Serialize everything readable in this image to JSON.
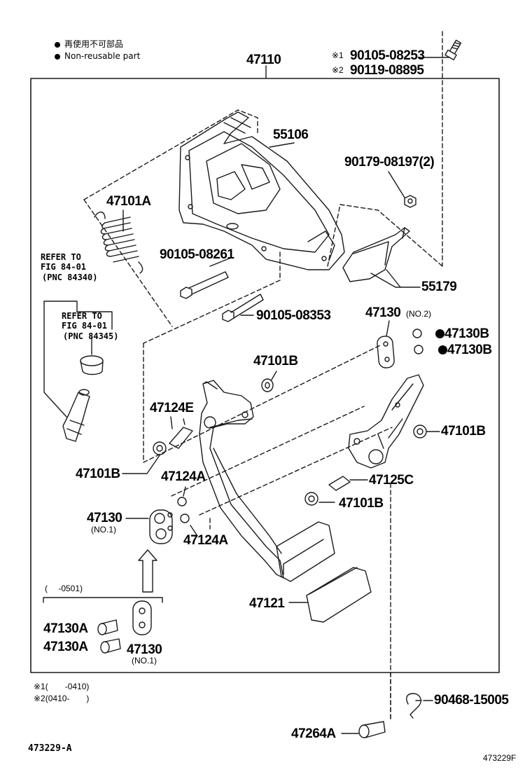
{
  "legend": {
    "jp": "再使用不可部品",
    "en": "Non-reusable part"
  },
  "labels": {
    "main_assembly": "47110",
    "note1_mark": "※1",
    "note1_part": "90105-08253",
    "note2_mark": "※2",
    "note2_part": "90119-08895",
    "p55106": "55106",
    "p90179": "90179-08197(2)",
    "p47101A": "47101A",
    "p90105_08261": "90105-08261",
    "p55179": "55179",
    "p90105_08353": "90105-08353",
    "refer1_l1": "REFER TO",
    "refer1_l2": "FIG 84-01",
    "refer1_l3": "(PNC 84340)",
    "refer2_l1": "REFER TO",
    "refer2_l2": "FIG 84-01",
    "refer2_l3": "(PNC 84345)",
    "p47130_no2": "47130",
    "p47130_no2_sub": "(NO.2)",
    "p47130B_1": "47130B",
    "p47130B_2": "47130B",
    "p47101B_top": "47101B",
    "p47124E": "47124E",
    "p47101B_right": "47101B",
    "p47101B_left": "47101B",
    "p47124A_top": "47124A",
    "p47125C": "47125C",
    "p47101B_mid": "47101B",
    "p47130_no1": "47130",
    "p47130_no1_sub": "(NO.1)",
    "p47124A_bot": "47124A",
    "date_range": "(　 -0501)",
    "p47121": "47121",
    "p47130A_1": "47130A",
    "p47130A_2": "47130A",
    "p47130_no1b": "47130",
    "p47130_no1b_sub": "(NO.1)",
    "foot_note1": "※1(　　-0410)",
    "foot_note2": "※2(0410-　　)",
    "p90468": "90468-15005",
    "p47264A": "47264A",
    "diagram_code": "473229-A",
    "figure_code": "473229F"
  },
  "colors": {
    "ink": "#000000",
    "paper": "#ffffff",
    "line": "#1a1a1a"
  },
  "icons": {
    "non_reusable_marker": "black-dot",
    "direction_arrow": "hollow-up-arrow"
  }
}
